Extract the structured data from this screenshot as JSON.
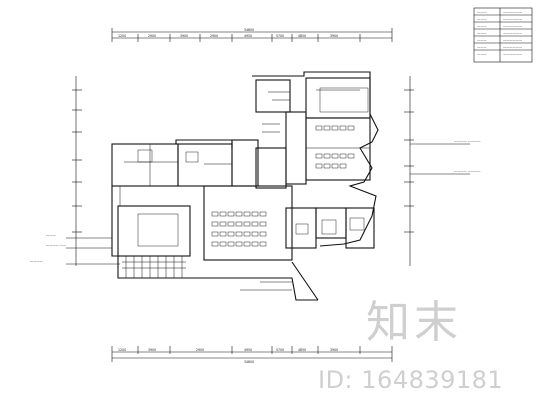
{
  "drawing": {
    "top_dim_labels": [
      "1200",
      "2900",
      "3900",
      "2900",
      "4950",
      "5700",
      "4850",
      "3900"
    ],
    "top_total": "34800",
    "bottom_dim_labels": [
      "1200",
      "3900",
      "2900",
      "4950",
      "5700",
      "4850",
      "3900"
    ],
    "bottom_total": "34800",
    "legend_rows": [
      {
        "key": "———",
        "val": "——————"
      },
      {
        "key": "———",
        "val": "——————"
      },
      {
        "key": "———",
        "val": "——————"
      },
      {
        "key": "———",
        "val": "——————"
      },
      {
        "key": "———",
        "val": "——————"
      },
      {
        "key": "———",
        "val": "——————"
      },
      {
        "key": "———",
        "val": "——————"
      }
    ],
    "callouts": [
      "———— ————",
      "———— ————",
      "———",
      "———— ——",
      "————"
    ],
    "label_colors": {
      "line": "#111111",
      "watermark": "#cfcfcf"
    }
  },
  "watermark": {
    "logo": "知末",
    "id_text": "ID: 164839181"
  }
}
